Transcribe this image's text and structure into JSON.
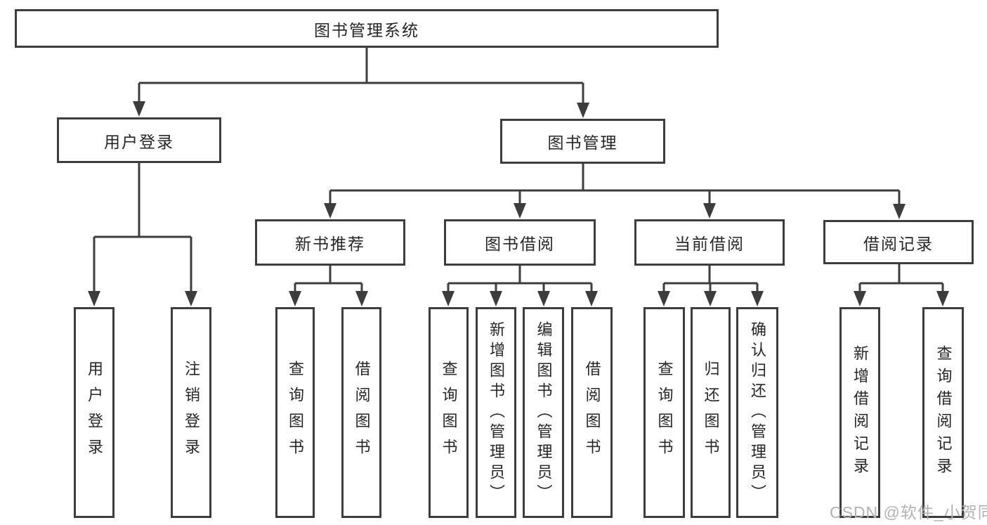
{
  "diagram": {
    "root": {
      "label": "图书管理系统"
    },
    "user_login": {
      "label": "用户登录",
      "children": {
        "login": "用户登录",
        "logout": "注销登录"
      }
    },
    "book_management": {
      "label": "图书管理",
      "new_book_recommend": {
        "label": "新书推荐",
        "children": {
          "query": "查询图书",
          "borrow": "借阅图书"
        }
      },
      "book_borrowing": {
        "label": "图书借阅",
        "children": {
          "query": "查询图书",
          "add": "新增图书（管理员）",
          "edit": "编辑图书（管理员）",
          "borrow": "借阅图书"
        }
      },
      "current_borrowing": {
        "label": "当前借阅",
        "children": {
          "query": "查询图书",
          "return": "归还图书",
          "confirm_return": "确认归还（管理员）"
        }
      },
      "borrow_records": {
        "label": "借阅记录",
        "children": {
          "add_record": "新增借阅记录",
          "query_record": "查询借阅记录"
        }
      }
    }
  },
  "watermark": {
    "text": "CSDN @软件_小贺同学"
  },
  "colors": {
    "line": "#3d3d3d",
    "box_border": "#3d3d3d",
    "text": "#262626",
    "watermark": "#b2b2b2",
    "background": "#ffffff"
  }
}
